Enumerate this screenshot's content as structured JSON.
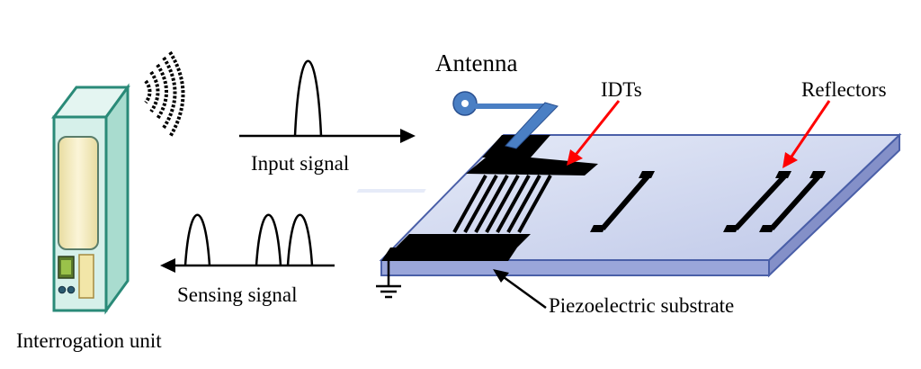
{
  "labels": {
    "antenna": "Antenna",
    "idts": "IDTs",
    "reflectors": "Reflectors",
    "input_signal": "Input signal",
    "sensing_signal": "Sensing signal",
    "piezoelectric_substrate": "Piezoelectric substrate",
    "interrogation_unit": "Interrogation unit"
  },
  "colors": {
    "device_body": "#d6f0ea",
    "device_border": "#2a8a78",
    "device_screen": "#f6ecc0",
    "substrate_top": "#cfd6ee",
    "substrate_edge": "#8c9ad2",
    "antenna": "#4a7fc4",
    "pointer": "#ff0000",
    "electrode": "#000000"
  },
  "icons": {
    "wireless": "wireless-waves-icon",
    "ground": "ground-symbol-icon"
  }
}
